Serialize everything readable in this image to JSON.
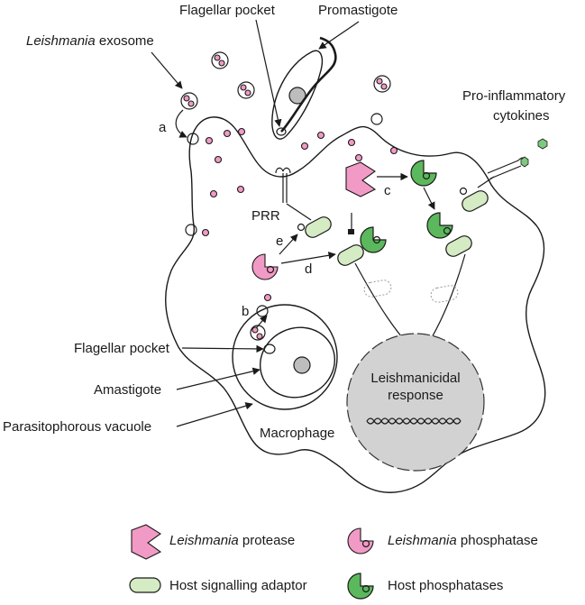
{
  "labels": {
    "flagellar_pocket_top": "Flagellar pocket",
    "promastigote": "Promastigote",
    "exosome_italic": "Leishmania",
    "exosome_rest": " exosome",
    "step_a": "a",
    "step_b": "b",
    "step_c": "c",
    "step_d": "d",
    "step_e": "e",
    "pro_inflammatory_line1": "Pro-inflammatory",
    "pro_inflammatory_line2": "cytokines",
    "prr": "PRR",
    "flagellar_pocket_left": "Flagellar pocket",
    "amastigote": "Amastigote",
    "parasitophorous_vacuole": "Parasitophorous vacuole",
    "macrophage": "Macrophage",
    "response_line1": "Leishmanicidal",
    "response_line2": "response"
  },
  "legend": {
    "protease_italic": "Leishmania",
    "protease_rest": " protease",
    "phosphatase_italic": "Leishmania",
    "phosphatase_rest": " phosphatase",
    "adaptor": "Host signalling adaptor",
    "host_phosphatases": "Host phosphatases"
  },
  "colors": {
    "leishmania_pink": "#f29ac6",
    "adaptor_light_green": "#d4ebc4",
    "host_phosphatase_green": "#5cb85c",
    "nucleus_grey": "#d2d2d2"
  }
}
